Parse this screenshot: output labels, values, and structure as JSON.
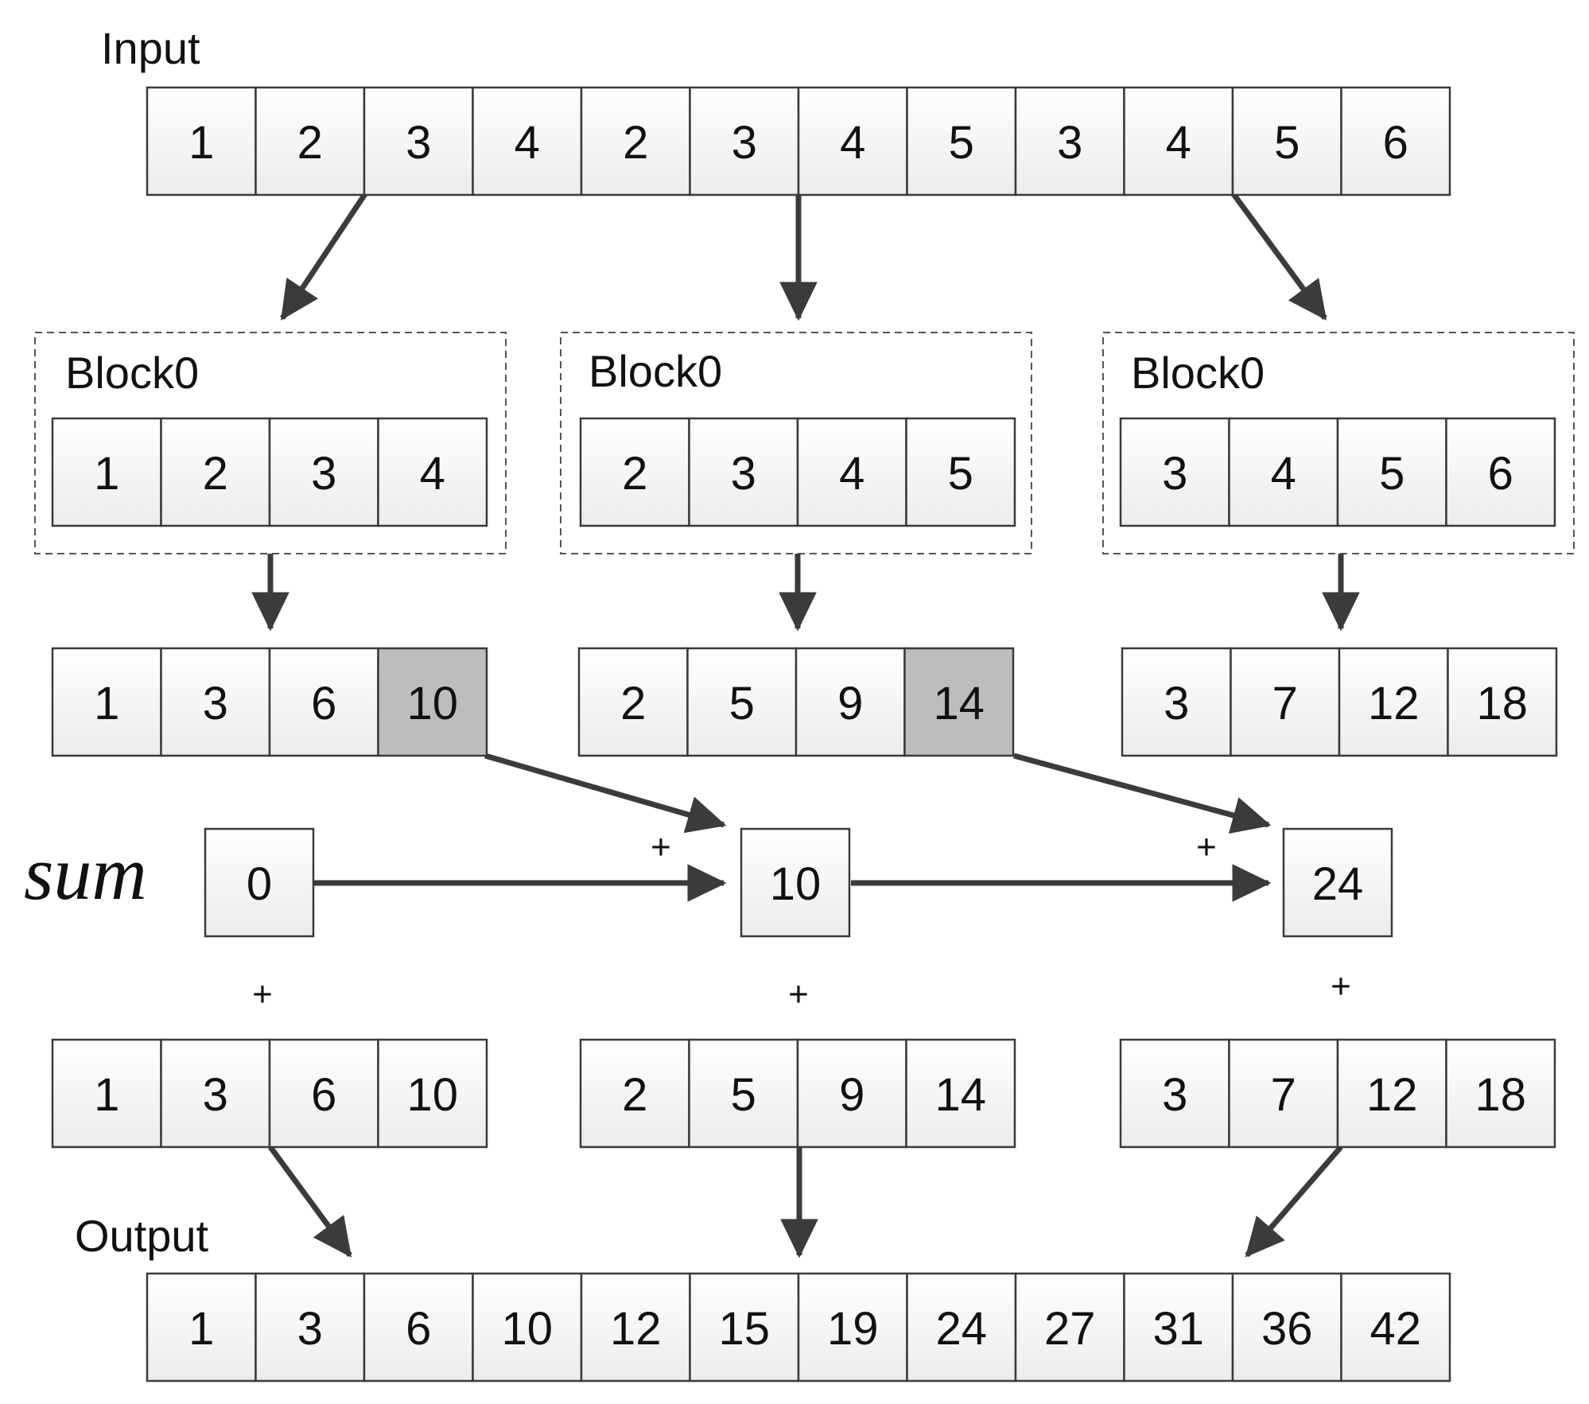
{
  "input": {
    "label": "Input",
    "values": [
      "1",
      "2",
      "3",
      "4",
      "2",
      "3",
      "4",
      "5",
      "3",
      "4",
      "5",
      "6"
    ]
  },
  "blocks": [
    {
      "label": "Block0",
      "values": [
        "1",
        "2",
        "3",
        "4"
      ]
    },
    {
      "label": "Block0",
      "values": [
        "2",
        "3",
        "4",
        "5"
      ]
    },
    {
      "label": "Block0",
      "values": [
        "3",
        "4",
        "5",
        "6"
      ]
    }
  ],
  "block_scans": [
    {
      "values": [
        "1",
        "3",
        "6",
        "10"
      ],
      "highlight_index": 3
    },
    {
      "values": [
        "2",
        "5",
        "9",
        "14"
      ],
      "highlight_index": 3
    },
    {
      "values": [
        "3",
        "7",
        "12",
        "18"
      ],
      "highlight_index": -1
    }
  ],
  "sum": {
    "label": "sum",
    "values": [
      "0",
      "10",
      "24"
    ]
  },
  "plus_symbol": "+",
  "adjusted": [
    {
      "values": [
        "1",
        "3",
        "6",
        "10"
      ]
    },
    {
      "values": [
        "2",
        "5",
        "9",
        "14"
      ]
    },
    {
      "values": [
        "3",
        "7",
        "12",
        "18"
      ]
    }
  ],
  "output": {
    "label": "Output",
    "values": [
      "1",
      "3",
      "6",
      "10",
      "12",
      "15",
      "19",
      "24",
      "27",
      "31",
      "36",
      "42"
    ]
  },
  "colors": {
    "cell_fill_top": "#ffffff",
    "cell_fill_bottom": "#ececec",
    "highlight_fill": "#bdbdbd",
    "line": "#3b3b3b"
  }
}
